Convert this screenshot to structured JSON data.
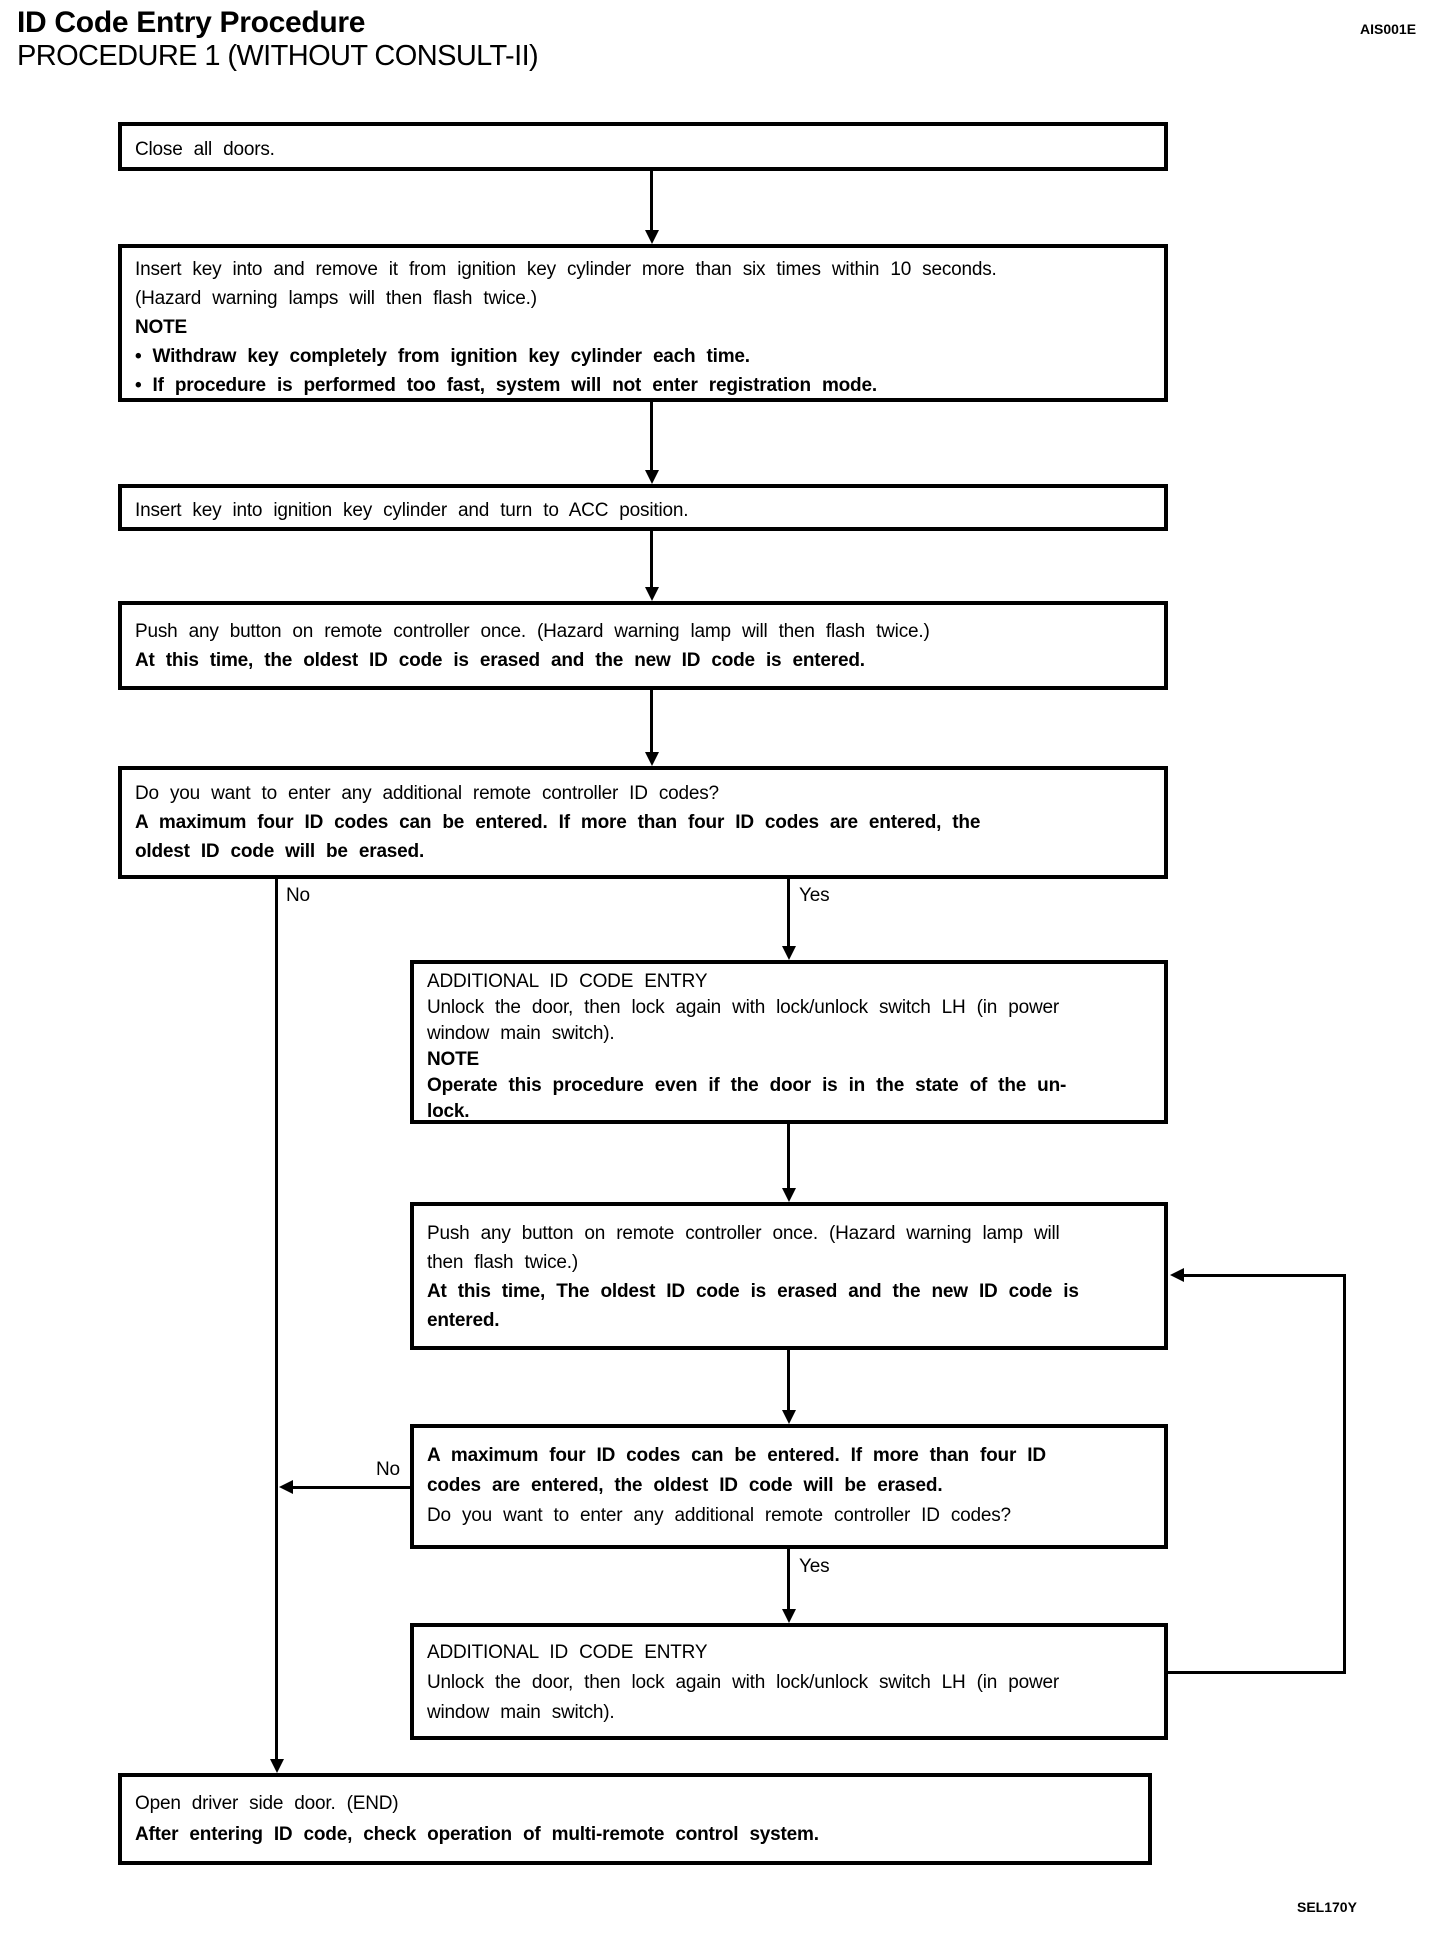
{
  "page": {
    "title": "ID Code Entry Procedure",
    "subtitle": "PROCEDURE 1 (WITHOUT CONSULT-II)",
    "code_top_right": "AIS001E",
    "code_bottom_right": "SEL170Y"
  },
  "boxes": {
    "close_doors": {
      "lines": [
        "Close all doors."
      ]
    },
    "insert_remove_key": {
      "lines": [
        "Insert key into and remove it from ignition key cylinder more than six times within 10 seconds.",
        "(Hazard warning lamps will then flash twice.)",
        "NOTE",
        "• Withdraw key completely from ignition key cylinder each time.",
        "• If procedure is performed too fast, system will not enter registration mode."
      ]
    },
    "turn_acc": {
      "lines": [
        "Insert key into ignition key cylinder and turn to ACC position."
      ]
    },
    "push_button_first": {
      "lines": [
        "Push any button on remote controller once. (Hazard warning lamp will then flash twice.)",
        "At this time, the oldest ID code is erased and the new ID code is entered."
      ]
    },
    "ask_additional_first": {
      "lines": [
        "Do you want to enter any additional remote controller ID codes?",
        "A maximum four ID codes can be entered. If more than four ID codes are entered, the",
        "oldest ID code will be erased."
      ]
    },
    "additional_entry_first": {
      "lines": [
        "ADDITIONAL ID CODE ENTRY",
        "Unlock the door, then lock again with lock/unlock switch LH (in power",
        "window main switch).",
        "NOTE",
        "Operate this procedure even if the door is in the state of the un-",
        "lock."
      ]
    },
    "push_button_second": {
      "lines": [
        "Push any button on remote controller once. (Hazard warning lamp will",
        "then flash twice.)",
        "At this time, The oldest ID code is erased and the new ID code is",
        "entered."
      ]
    },
    "ask_additional_second": {
      "lines": [
        "A maximum four ID codes can be entered. If more than four ID",
        "codes are entered, the oldest ID code will be erased.",
        "Do you want to enter any additional remote controller ID codes?"
      ]
    },
    "additional_entry_second": {
      "lines": [
        "ADDITIONAL ID CODE ENTRY",
        "Unlock the door, then lock again with lock/unlock switch LH (in power",
        "window main switch)."
      ]
    },
    "open_door_end": {
      "lines": [
        "Open driver side door. (END)",
        "After entering ID code, check operation of multi-remote control system."
      ]
    }
  },
  "branch_labels": {
    "no_first": "No",
    "yes_first": "Yes",
    "no_second": "No",
    "yes_second": "Yes"
  }
}
